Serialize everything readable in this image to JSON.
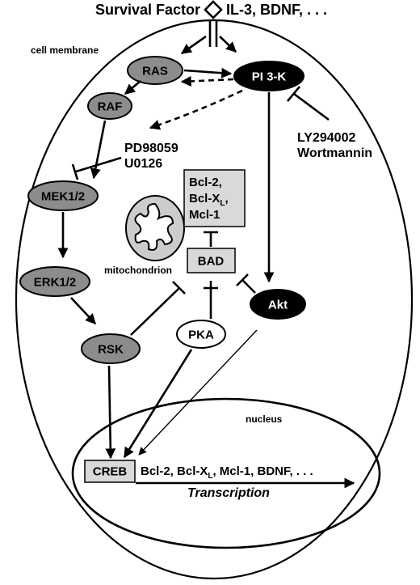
{
  "top": {
    "survival_factor": "Survival Factor",
    "ligands": "IL-3, BDNF, . . ."
  },
  "labels": {
    "cell_membrane": "cell membrane",
    "inhibitor_mek_1": "PD98059",
    "inhibitor_mek_2": "U0126",
    "inhibitor_pi3k_1": "LY294002",
    "inhibitor_pi3k_2": "Wortmannin",
    "mitochondrion": "mitochondrion",
    "nucleus": "nucleus",
    "transcription": "Transcription"
  },
  "nodes": {
    "ras": "RAS",
    "raf": "RAF",
    "pi3k": "PI 3-K",
    "mek": "MEK1/2",
    "erk": "ERK1/2",
    "rsk": "RSK",
    "pka": "PKA",
    "akt": "Akt",
    "bad": "BAD",
    "creb": "CREB"
  },
  "bcl_box": {
    "line1": "Bcl-2,",
    "line2_main": "Bcl-X",
    "line2_sub": "L",
    "line2_tail": ",",
    "line3": "Mcl-1"
  },
  "target_genes": {
    "part1": "Bcl-2, Bcl-X",
    "sub": "L",
    "part2": ", Mcl-1, BDNF, . . ."
  },
  "colors": {
    "dark_node": "#000000",
    "gray_node": "#8c8c8c",
    "box_fill": "#d9d9d9",
    "mito_fill": "#cccccc"
  }
}
